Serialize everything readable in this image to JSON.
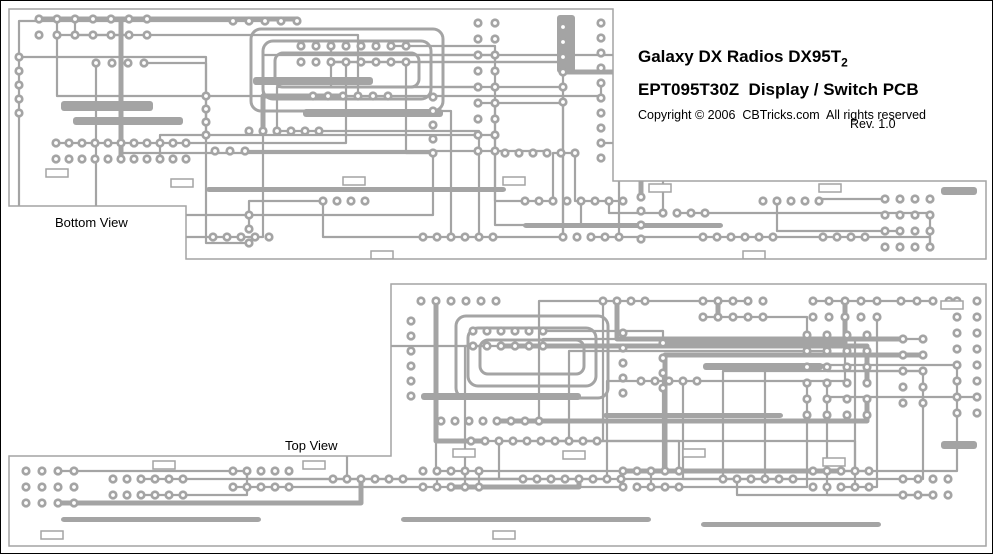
{
  "title": {
    "line1_main": "Galaxy DX Radios DX95T",
    "line1_sub": "2",
    "line2": "EPT095T30Z  Display / Switch PCB",
    "copyright": "Copyright © 2006  CBTricks.com  All rights reserved",
    "revision": "Rev. 1.0"
  },
  "labels": {
    "bottom_view": "Bottom View",
    "top_view": "Top View"
  },
  "colors": {
    "trace": "#a4a4a4",
    "board_fill": "#ffffff",
    "text": "#000000",
    "background": "#ffffff"
  }
}
